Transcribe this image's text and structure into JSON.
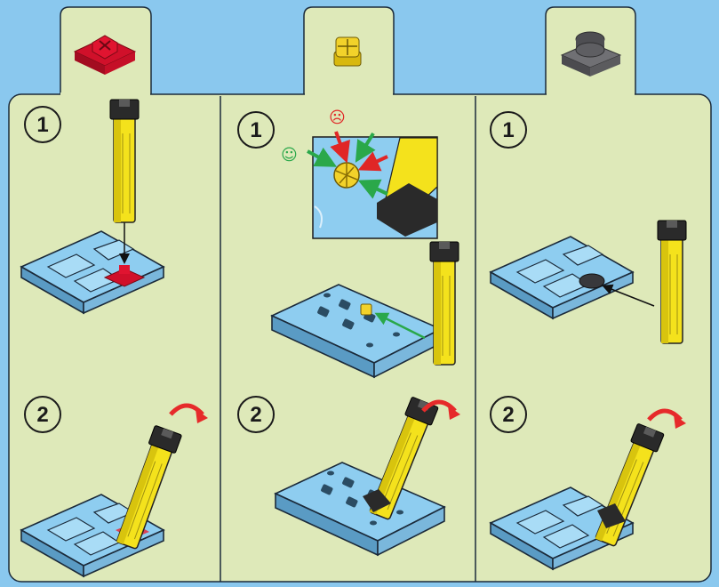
{
  "columns": [
    {
      "id": "red",
      "accent": "#d0102a",
      "piece_icon": "red-connector-icon",
      "steps": [
        {
          "number": "1"
        },
        {
          "number": "2"
        }
      ]
    },
    {
      "id": "yellow",
      "accent": "#f2d22a",
      "piece_icon": "yellow-connector-icon",
      "steps": [
        {
          "number": "1",
          "good_face": "☺",
          "bad_face": "☹"
        },
        {
          "number": "2"
        }
      ]
    },
    {
      "id": "gray",
      "accent": "#5b5b5e",
      "piece_icon": "gray-connector-icon",
      "steps": [
        {
          "number": "1"
        },
        {
          "number": "2"
        }
      ]
    }
  ],
  "colors": {
    "background": "#8ac8ee",
    "panel": "#dee9b9",
    "plate": "#8ecdf0",
    "tool": "#f4e21c",
    "arrow_green": "#2aa84a",
    "arrow_red": "#e02626",
    "rotate_red": "#e62a2a"
  }
}
